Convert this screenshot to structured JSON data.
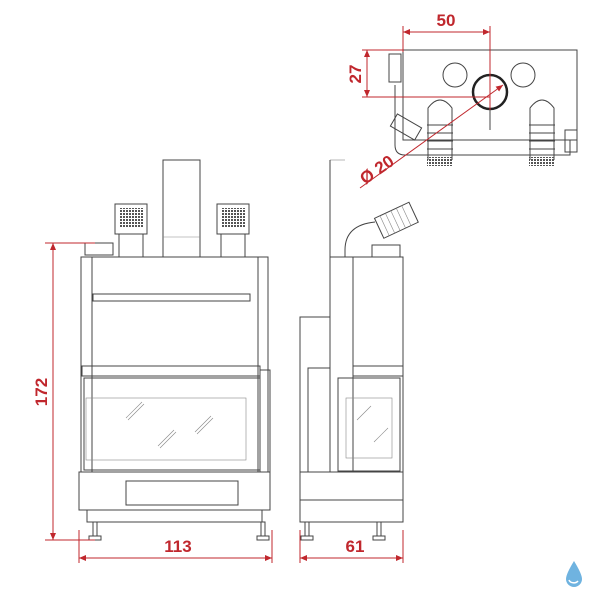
{
  "dimensions": {
    "height": "172",
    "front_width": "113",
    "side_depth": "61",
    "flue_offset": "50",
    "flue_height": "27",
    "flue_diameter": "Ø 20"
  },
  "colors": {
    "dimension": "#c0272d",
    "line": "#444444",
    "logo": "#6fb3e0"
  }
}
